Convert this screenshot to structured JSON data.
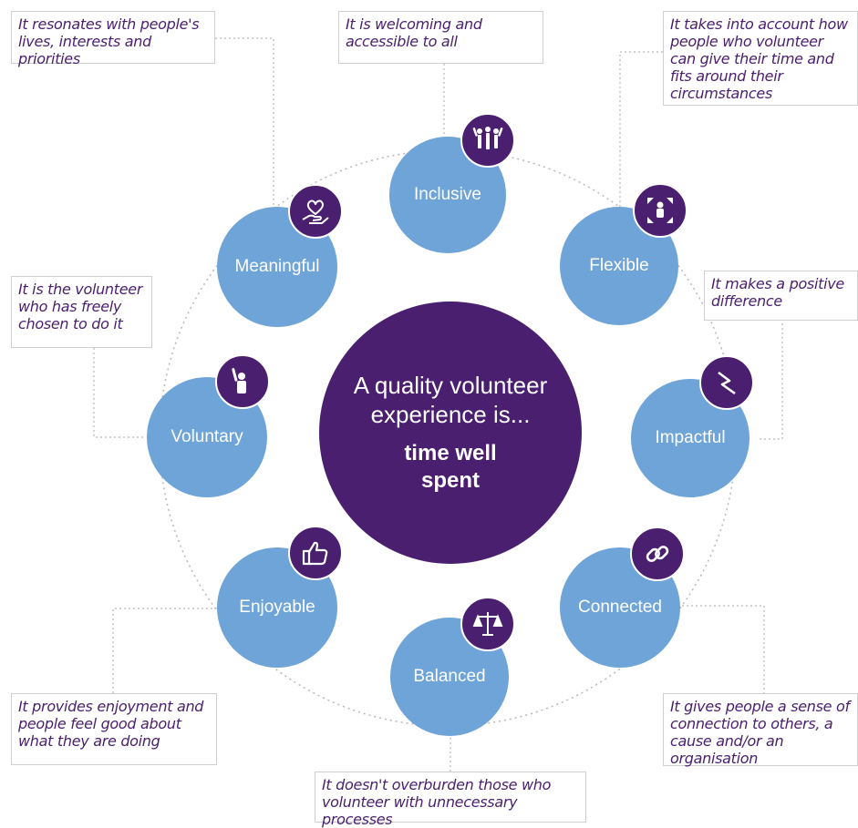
{
  "hub": {
    "intro": "A quality volunteer experience is...",
    "emphasis": "time well spent"
  },
  "nodes": [
    {
      "label": "Inclusive",
      "description": "It is welcoming and accessible to all",
      "icon": "people-raising-arms-icon"
    },
    {
      "label": "Flexible",
      "description": "It takes into account how people who volunteer can give their time and fits around their circumstances",
      "icon": "arrows-outward-person-icon"
    },
    {
      "label": "Impactful",
      "description": "It makes a positive difference",
      "icon": "lightning-bolt-icon"
    },
    {
      "label": "Connected",
      "description": "It gives people a sense of connection to others, a cause and/or an organisation",
      "icon": "chain-link-icon"
    },
    {
      "label": "Balanced",
      "description": "It doesn't overburden those who volunteer with unnecessary processes",
      "icon": "balance-scale-icon"
    },
    {
      "label": "Enjoyable",
      "description": "It provides enjoyment and people feel good about what they are doing",
      "icon": "thumbs-up-icon"
    },
    {
      "label": "Voluntary",
      "description": "It is the volunteer who has freely chosen to do it",
      "icon": "raised-hand-person-icon"
    },
    {
      "label": "Meaningful",
      "description": "It resonates with people's lives, interests and priorities",
      "icon": "heart-in-hand-icon"
    }
  ],
  "colors": {
    "hub": "#4b1f6f",
    "node": "#6fa4d9",
    "icon_badge": "#4b1f6f",
    "description_text": "#4a1f6e",
    "connector": "#b8b8b8"
  }
}
